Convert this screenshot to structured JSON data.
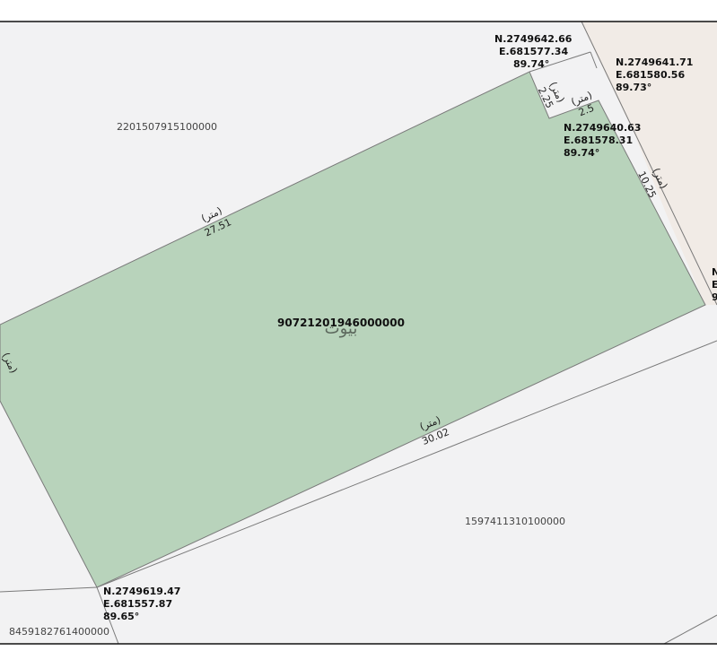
{
  "map": {
    "colors": {
      "background": "#f2f2f3",
      "subject_parcel": "#b8d3bb",
      "neighbor_parcel": "#f1ebe6",
      "boundary": "#7a7a7a",
      "frame": "#111111"
    },
    "subject_parcel_id": "90721201946000000",
    "neighbor_parcels": {
      "north": "2201507915100000",
      "south": "1597411310100000",
      "southwest": "8459182761400000"
    },
    "unit_label": "(متر)",
    "dimensions": {
      "north_side": "27.51",
      "south_side": "30.02",
      "east_side": "10.25",
      "notch_vertical": "2.25",
      "notch_horizontal": "2.5"
    },
    "vertices": [
      {
        "n": "N.2749642.66",
        "e": "E.681577.34",
        "angle": "89.74°"
      },
      {
        "n": "N.2749641.71",
        "e": "E.681580.56",
        "angle": "89.73°"
      },
      {
        "n": "N.2749640.63",
        "e": "E.681578.31",
        "angle": "89.74°"
      },
      {
        "n": "N.2749619.47",
        "e": "E.681557.87",
        "angle": "89.65°"
      }
    ],
    "edge_cut": {
      "n": "N",
      "e": "E",
      "angle": "9"
    },
    "watermark": "بيوت"
  }
}
